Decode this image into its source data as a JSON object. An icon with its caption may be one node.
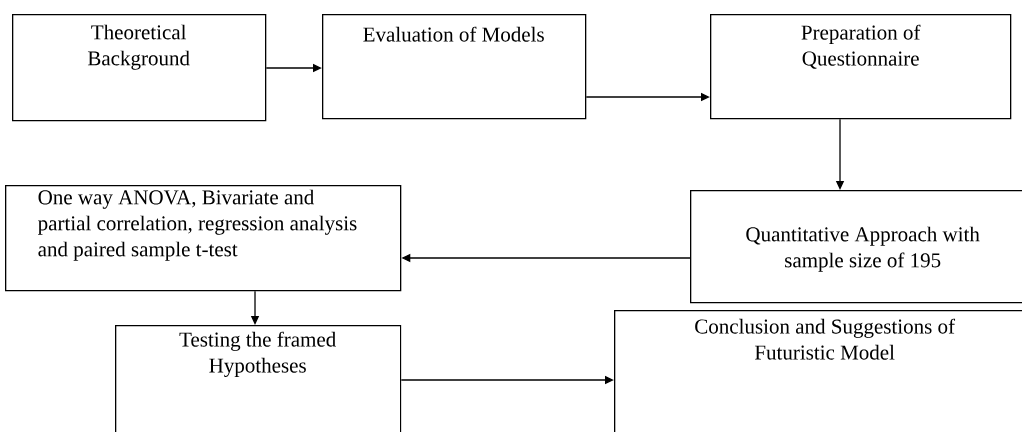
{
  "diagram": {
    "nodes": [
      {
        "text": [
          "Theoretical Background"
        ]
      },
      {
        "text": [
          "Evaluation of Models"
        ]
      },
      {
        "text": [
          "Preparation of Questionnaire"
        ]
      },
      {
        "text": [
          "Quantitative Approach with sample size of 195"
        ]
      },
      {
        "text": [
          "One way ANOVA, Bivariate and partial correlation, regression analysis and paired sample t-test"
        ]
      },
      {
        "text": [
          "Testing the framed Hypotheses"
        ]
      },
      {
        "text": [
          "Conclusion and Suggestions of Futuristic Model"
        ]
      }
    ],
    "edges": [
      {
        "from": 0,
        "to": 1,
        "arrow": "to"
      },
      {
        "from": 1,
        "to": 2,
        "arrow": "to"
      },
      {
        "from": 2,
        "to": 3,
        "arrow": "to"
      },
      {
        "from": 3,
        "to": 4,
        "arrow": "to"
      },
      {
        "from": 4,
        "to": 5,
        "arrow": "to"
      },
      {
        "from": 5,
        "to": 6,
        "arrow": "to"
      }
    ]
  }
}
